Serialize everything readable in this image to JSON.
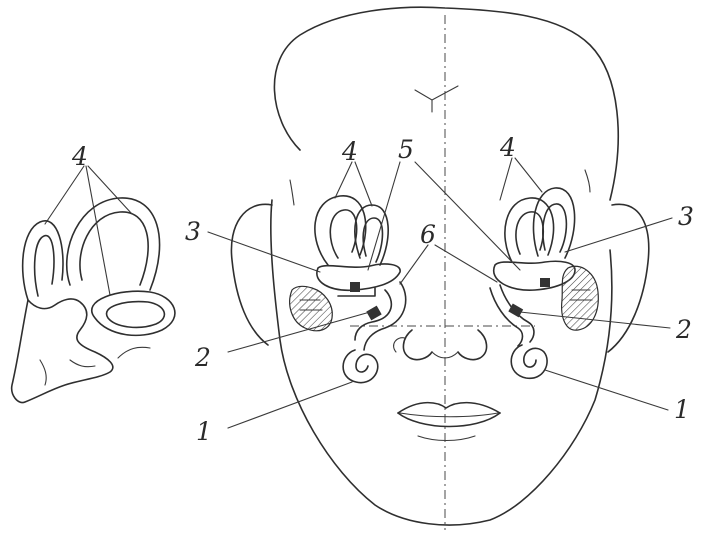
{
  "labels": {
    "n1_left": "1",
    "n1_right": "1",
    "n2_left": "2",
    "n2_right": "2",
    "n3_left": "3",
    "n3_right": "3",
    "n4_detail": "4",
    "n4_left": "4",
    "n4_right": "4",
    "n5": "5",
    "n6": "6"
  }
}
